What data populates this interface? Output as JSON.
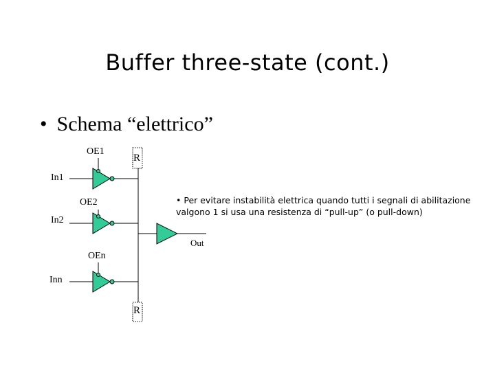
{
  "title": "Buffer three-state (cont.)",
  "bullet": {
    "marker": "•",
    "text": "Schema “elettrico”"
  },
  "circuit": {
    "resistor_top": "R",
    "resistor_bottom": "R",
    "buffers": [
      {
        "enable": "OE1",
        "input": "In1"
      },
      {
        "enable": "OE2",
        "input": "In2"
      },
      {
        "enable": "OEn",
        "input": "Inn"
      }
    ],
    "output": "Out"
  },
  "note": "• Per evitare instabilità elettrica quando tutti i segnali di abilitazione valgono 1 si usa una resistenza di “pull-up” (o pull-down)",
  "colors": {
    "buffer_fill": "#33cc99",
    "line": "#000000"
  }
}
